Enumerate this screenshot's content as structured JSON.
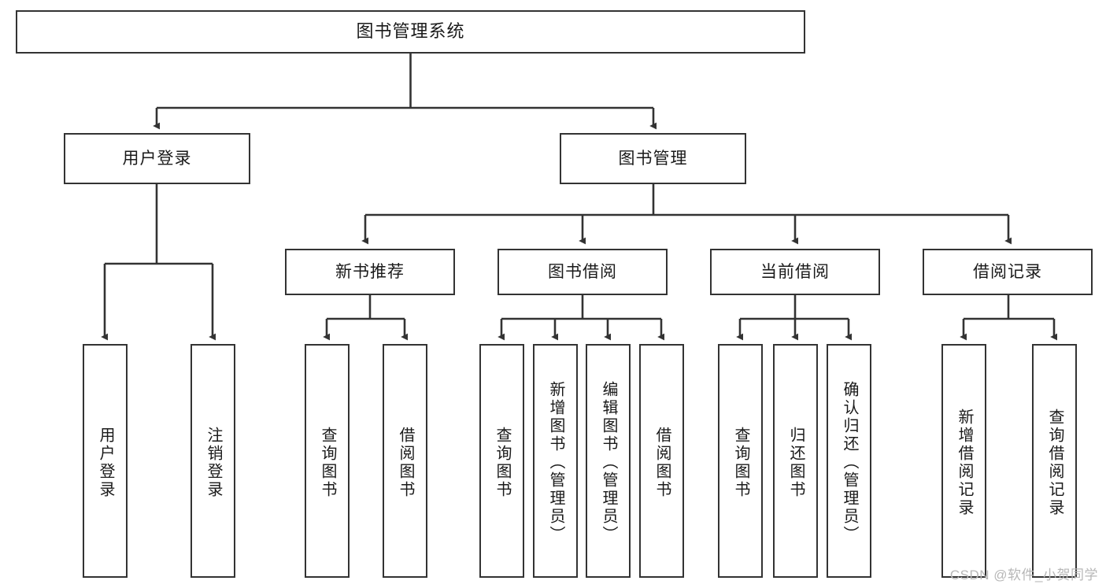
{
  "diagram": {
    "title": "图书管理系统",
    "type": "tree-hierarchy-chart",
    "colors": {
      "box_border": "#333333",
      "box_fill": "#ffffff",
      "connector": "#333333",
      "text": "#1a1a1a",
      "watermark": "#b7b7b7",
      "background": "#ffffff"
    },
    "root": {
      "label": "图书管理系统"
    },
    "level1": [
      {
        "label": "用户登录"
      },
      {
        "label": "图书管理"
      }
    ],
    "level2": [
      {
        "label": "新书推荐"
      },
      {
        "label": "图书借阅"
      },
      {
        "label": "当前借阅"
      },
      {
        "label": "借阅记录"
      }
    ],
    "leaves": {
      "user_login": [
        {
          "label": "用户登录"
        },
        {
          "label": "注销登录"
        }
      ],
      "new_book_recommend": [
        {
          "label": "查询图书"
        },
        {
          "label": "借阅图书"
        }
      ],
      "book_borrow": [
        {
          "label": "查询图书"
        },
        {
          "label": "新增图书（管理员）"
        },
        {
          "label": "编辑图书（管理员）"
        },
        {
          "label": "借阅图书"
        }
      ],
      "current_borrow": [
        {
          "label": "查询图书"
        },
        {
          "label": "归还图书"
        },
        {
          "label": "确认归还（管理员）"
        }
      ],
      "borrow_record": [
        {
          "label": "新增借阅记录"
        },
        {
          "label": "查询借阅记录"
        }
      ]
    }
  },
  "watermark": {
    "text": "CSDN @软件_小贺同学"
  }
}
